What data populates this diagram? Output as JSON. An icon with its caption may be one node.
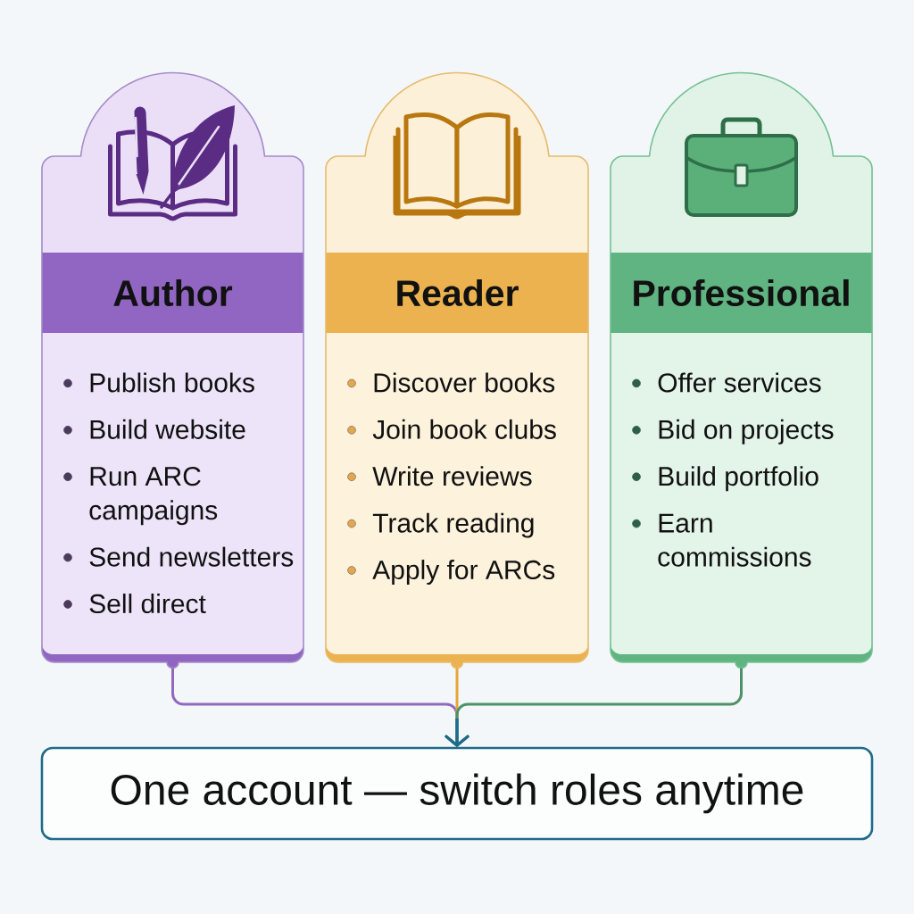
{
  "diagram": {
    "nodes": [
      {
        "text": [
          "Author",
          "Publish books",
          "Build website",
          "Run ARC campaigns",
          "Send newsletters",
          "Sell direct"
        ]
      },
      {
        "text": [
          "Reader",
          "Discover books",
          "Join book clubs",
          "Write reviews",
          "Track reading",
          "Apply for ARCs"
        ]
      },
      {
        "text": [
          "Professional",
          "Offer services",
          "Bid on projects",
          "Build portfolio",
          "Earn commissions"
        ]
      },
      {
        "text": [
          "One account — switch roles anytime"
        ]
      }
    ],
    "edges": [
      {
        "from": 0,
        "to": 3,
        "arrow": "to",
        "color": "#9069c0"
      },
      {
        "from": 1,
        "to": 3,
        "arrow": "to",
        "color": "#e6a63c"
      },
      {
        "from": 2,
        "to": 3,
        "arrow": "to",
        "color": "#4c9266"
      }
    ]
  }
}
